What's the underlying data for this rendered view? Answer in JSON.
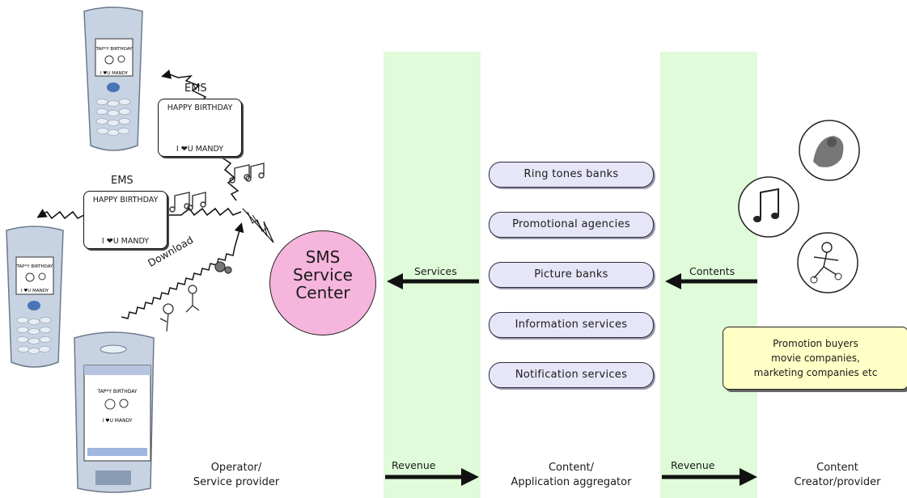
{
  "ems_top": {
    "label": "EMS",
    "line1": "HAPPY BIRTHDAY",
    "line2": "I ❤U MANDY"
  },
  "ems_mid": {
    "label": "EMS",
    "line1": "HAPPY BIRTHDAY",
    "line2": "I ❤U MANDY"
  },
  "download_label": "Download",
  "sms_center": {
    "line1": "SMS",
    "line2": "Service",
    "line3": "Center"
  },
  "flows": {
    "services": "Services",
    "contents": "Contents",
    "revenue1": "Revenue",
    "revenue2": "Revenue"
  },
  "aggregator_items": [
    "Ring tones banks",
    "Promotional agencies",
    "Picture banks",
    "Information services",
    "Notification services"
  ],
  "buyers": {
    "line1": "Promotion buyers",
    "line2": "movie companies,",
    "line3": "marketing companies etc"
  },
  "columns": {
    "operator": {
      "line1": "Operator/",
      "line2": "Service provider"
    },
    "aggregator": {
      "line1": "Content/",
      "line2": "Application aggregator"
    },
    "creator": {
      "line1": "Content",
      "line2": "Creator/provider"
    }
  },
  "colors": {
    "band": "#dffbd9",
    "pill": "#e6e6f8",
    "sms": "#f6b5dc",
    "buyers": "#ffffc6",
    "phone": "#c7d3e2"
  }
}
